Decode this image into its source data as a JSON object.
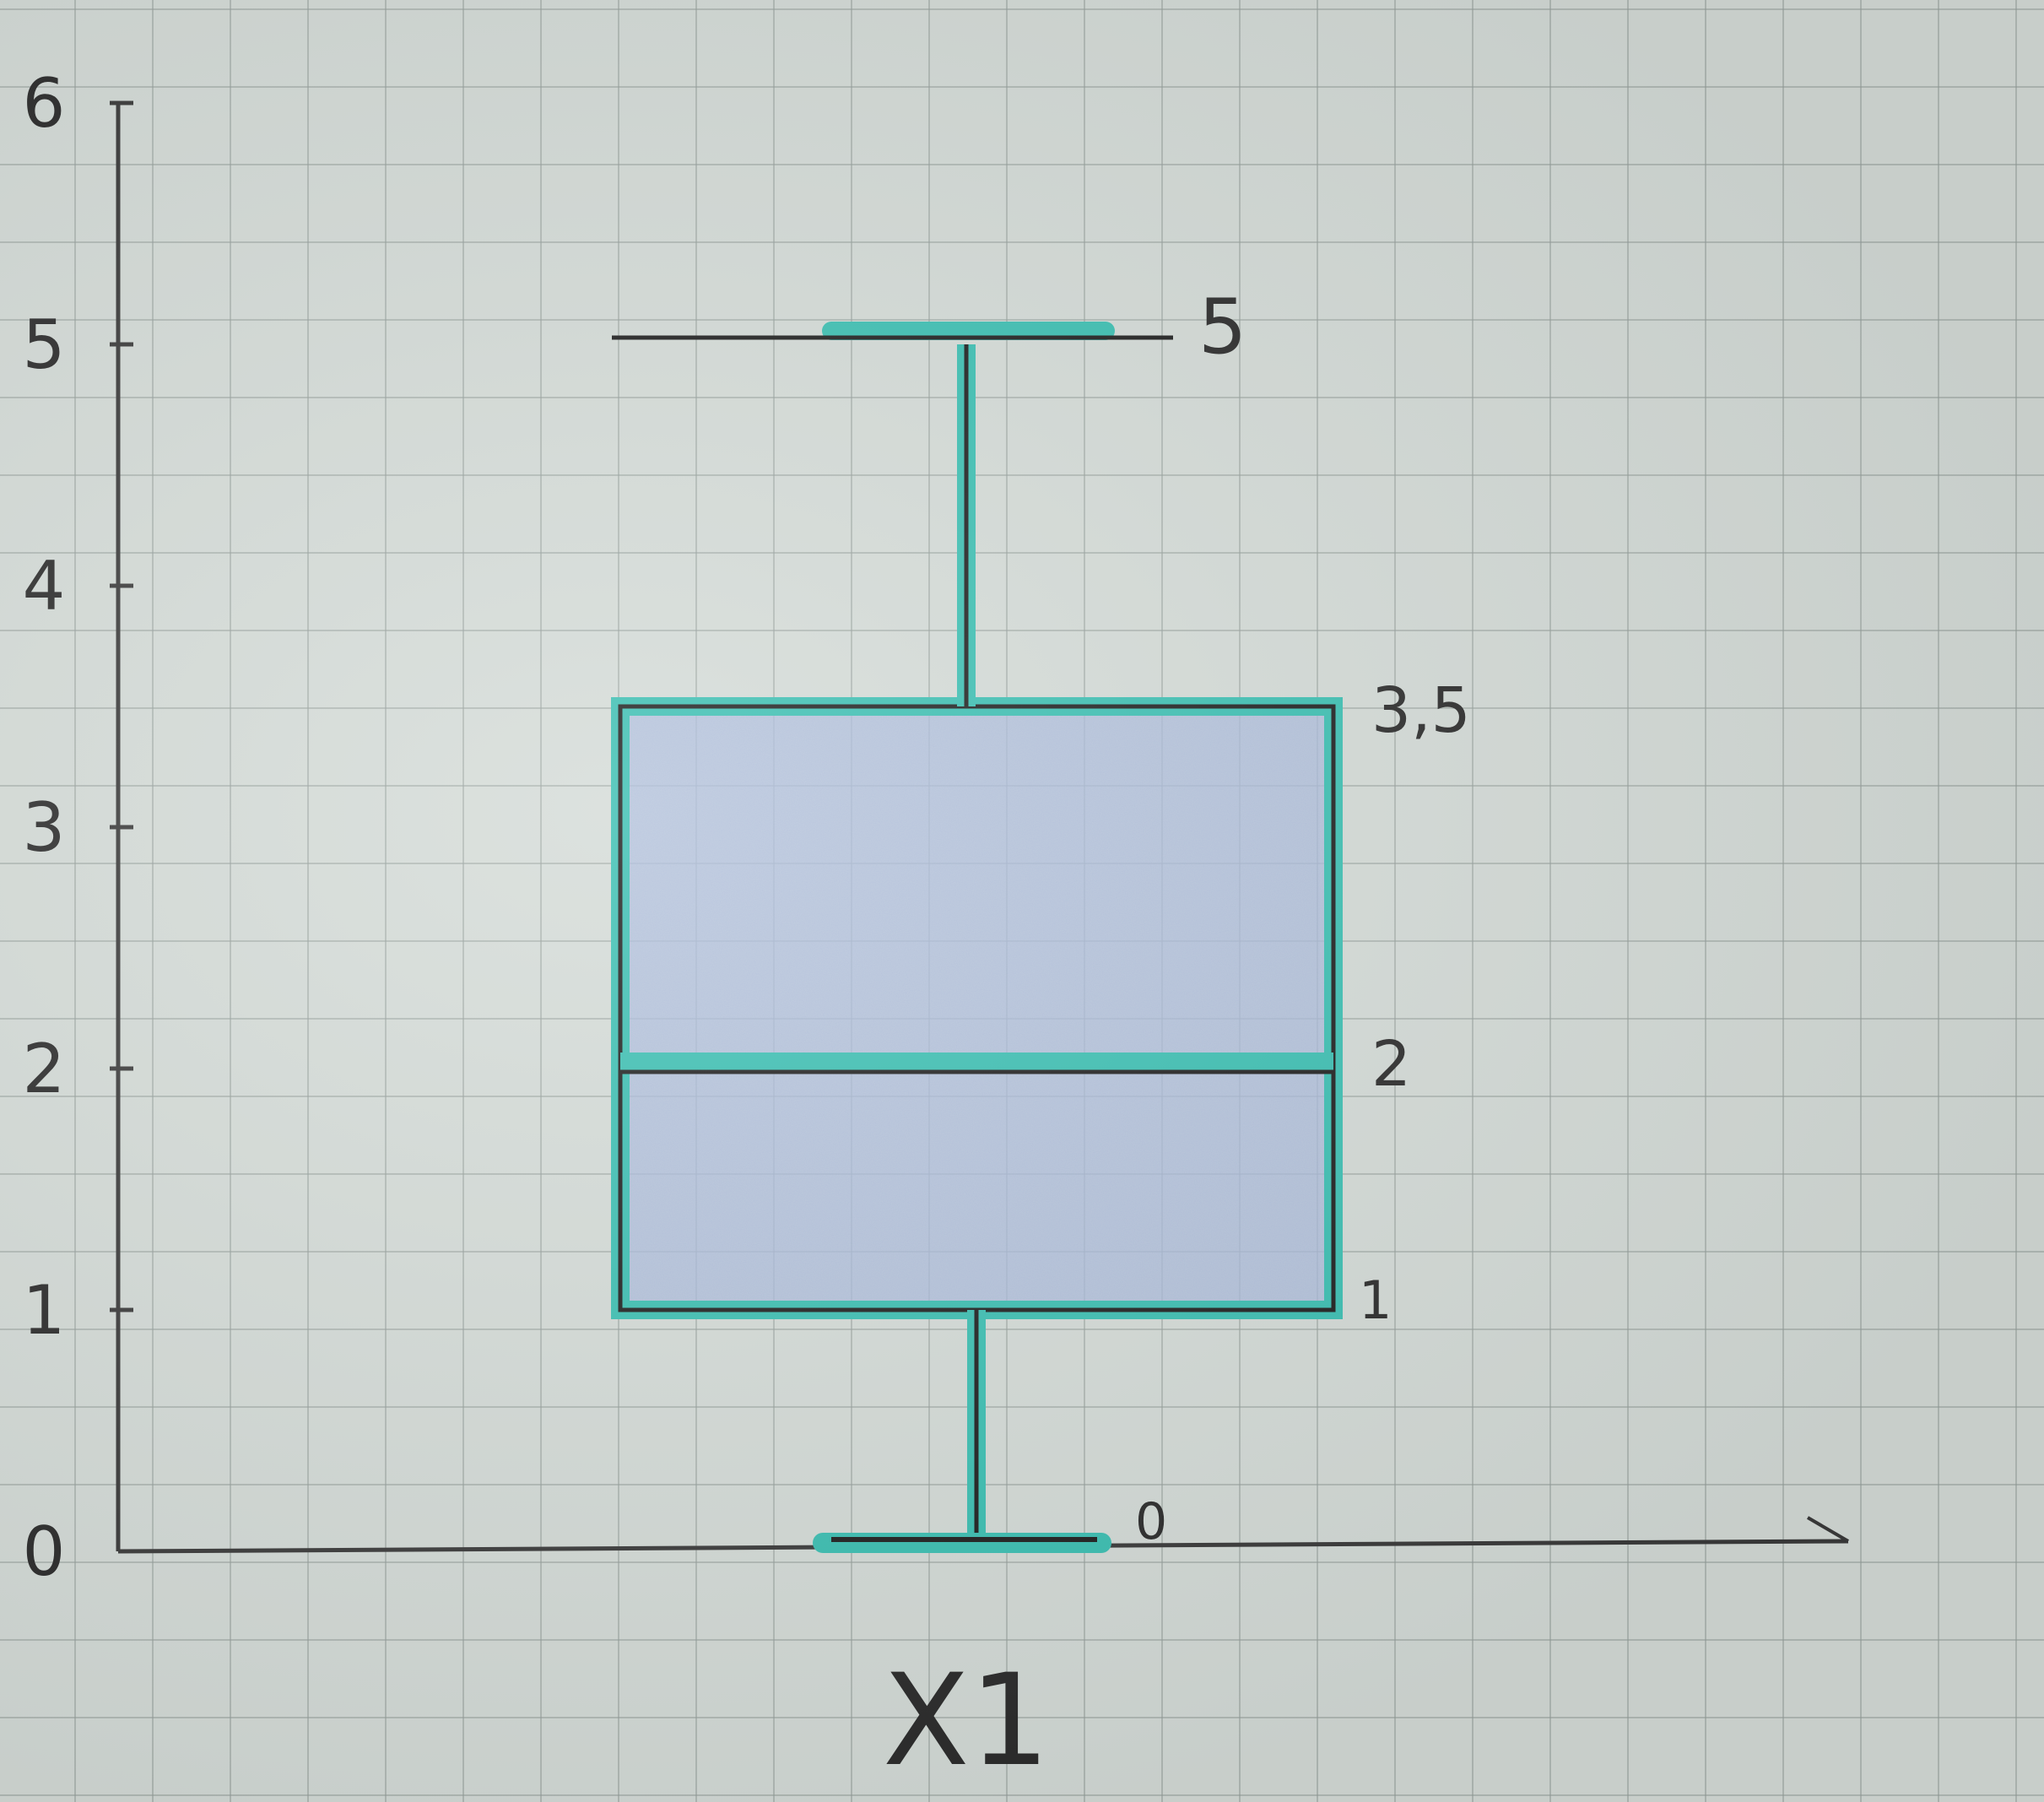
{
  "chart_data": {
    "type": "box",
    "title": "",
    "xlabel": "X1",
    "ylabel": "",
    "ylim": [
      0,
      6
    ],
    "yticks": [
      "0",
      "1",
      "2",
      "3",
      "4",
      "5",
      "6"
    ],
    "grid": true,
    "series": [
      {
        "name": "X1",
        "min": 0,
        "q1": 1,
        "median": 2,
        "q3": 3.5,
        "max": 5
      }
    ],
    "value_labels": [
      "0",
      "1",
      "2",
      "3,5",
      "5"
    ],
    "colors": {
      "outline": "#3bbfb2",
      "ink": "#1f1f1f",
      "fill": "#aebfde"
    }
  }
}
